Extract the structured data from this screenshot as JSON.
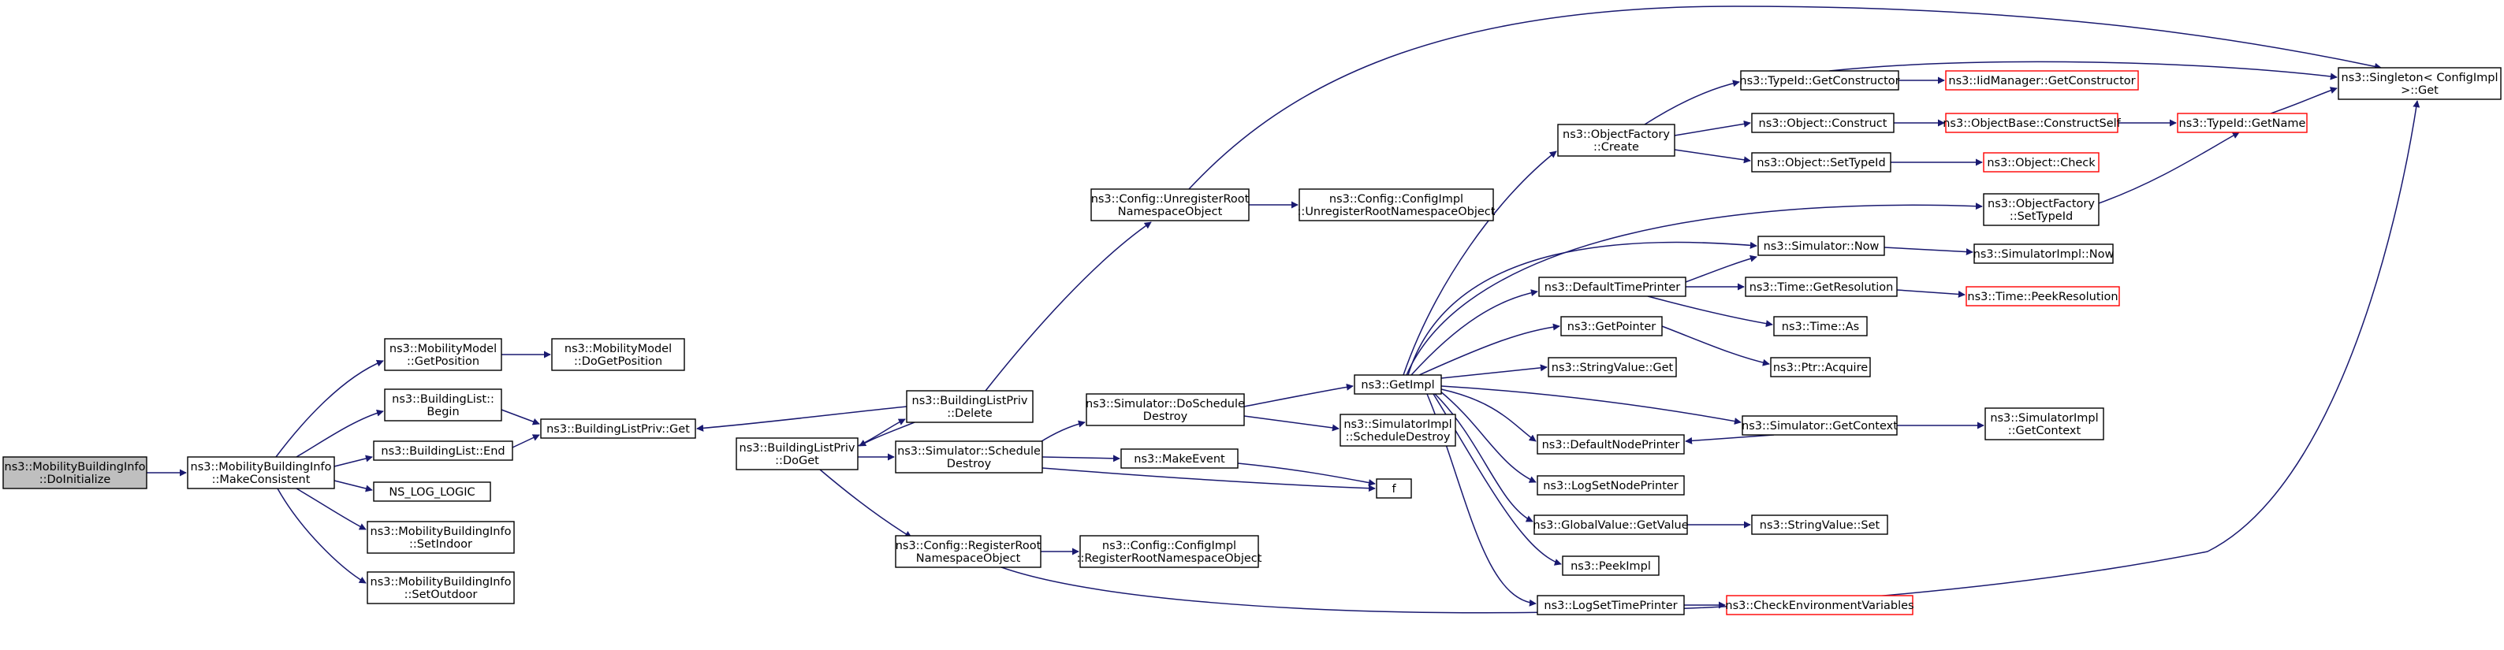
{
  "colors": {
    "edge": "#191970",
    "root_fill": "#bfbfbf",
    "truncated_border": "#ff0000",
    "node_border": "#000000"
  },
  "nodes": [
    {
      "id": "n0",
      "lines": [
        "ns3::MobilityBuildingInfo",
        "::DoInitialize"
      ],
      "root": true
    },
    {
      "id": "n1",
      "lines": [
        "ns3::MobilityBuildingInfo",
        "::MakeConsistent"
      ]
    },
    {
      "id": "n2",
      "lines": [
        "ns3::MobilityModel",
        "::GetPosition"
      ]
    },
    {
      "id": "n3",
      "lines": [
        "ns3::MobilityModel",
        "::DoGetPosition"
      ]
    },
    {
      "id": "n4",
      "lines": [
        "ns3::BuildingList::",
        "Begin"
      ]
    },
    {
      "id": "n5",
      "lines": [
        "ns3::BuildingListPriv::Get"
      ]
    },
    {
      "id": "n6",
      "lines": [
        "ns3::BuildingList::End"
      ]
    },
    {
      "id": "n7",
      "lines": [
        "NS_LOG_LOGIC"
      ]
    },
    {
      "id": "n8",
      "lines": [
        "ns3::MobilityBuildingInfo",
        "::SetIndoor"
      ]
    },
    {
      "id": "n9",
      "lines": [
        "ns3::MobilityBuildingInfo",
        "::SetOutdoor"
      ]
    },
    {
      "id": "n10",
      "lines": [
        "ns3::BuildingListPriv",
        "::DoGet"
      ]
    },
    {
      "id": "n11",
      "lines": [
        "ns3::BuildingListPriv",
        "::Delete"
      ]
    },
    {
      "id": "n12",
      "lines": [
        "ns3::Config::UnregisterRoot",
        "NamespaceObject"
      ]
    },
    {
      "id": "n13",
      "lines": [
        "ns3::Config::ConfigImpl",
        "::UnregisterRootNamespaceObject"
      ]
    },
    {
      "id": "n14",
      "lines": [
        "ns3::Simulator::DoSchedule",
        "Destroy"
      ]
    },
    {
      "id": "n15",
      "lines": [
        "ns3::Simulator::Schedule",
        "Destroy"
      ]
    },
    {
      "id": "n16",
      "lines": [
        "ns3::Config::RegisterRoot",
        "NamespaceObject"
      ]
    },
    {
      "id": "n17",
      "lines": [
        "ns3::Config::ConfigImpl",
        "::RegisterRootNamespaceObject"
      ]
    },
    {
      "id": "n18",
      "lines": [
        "ns3::MakeEvent"
      ]
    },
    {
      "id": "n19",
      "lines": [
        "f"
      ]
    },
    {
      "id": "n20",
      "lines": [
        "ns3::GetImpl"
      ]
    },
    {
      "id": "n21",
      "lines": [
        "ns3::SimulatorImpl",
        "::ScheduleDestroy"
      ]
    },
    {
      "id": "n22",
      "lines": [
        "ns3::ObjectFactory",
        "::Create"
      ]
    },
    {
      "id": "n23",
      "lines": [
        "ns3::TypeId::GetConstructor"
      ]
    },
    {
      "id": "n24",
      "lines": [
        "ns3::IidManager::GetConstructor"
      ],
      "truncated": true
    },
    {
      "id": "n25",
      "lines": [
        "ns3::Singleton< ConfigImpl",
        " >::Get"
      ]
    },
    {
      "id": "n26",
      "lines": [
        "ns3::Object::Construct"
      ]
    },
    {
      "id": "n27",
      "lines": [
        "ns3::ObjectBase::ConstructSelf"
      ],
      "truncated": true
    },
    {
      "id": "n28",
      "lines": [
        "ns3::TypeId::GetName"
      ],
      "truncated": true
    },
    {
      "id": "n29",
      "lines": [
        "ns3::Object::SetTypeId"
      ]
    },
    {
      "id": "n30",
      "lines": [
        "ns3::Object::Check"
      ],
      "truncated": true
    },
    {
      "id": "n31",
      "lines": [
        "ns3::ObjectFactory",
        "::SetTypeId"
      ]
    },
    {
      "id": "n32",
      "lines": [
        "ns3::Simulator::Now"
      ]
    },
    {
      "id": "n33",
      "lines": [
        "ns3::SimulatorImpl::Now"
      ]
    },
    {
      "id": "n34",
      "lines": [
        "ns3::DefaultTimePrinter"
      ]
    },
    {
      "id": "n35",
      "lines": [
        "ns3::Time::GetResolution"
      ]
    },
    {
      "id": "n36",
      "lines": [
        "ns3::Time::PeekResolution"
      ],
      "truncated": true
    },
    {
      "id": "n37",
      "lines": [
        "ns3::Time::As"
      ]
    },
    {
      "id": "n38",
      "lines": [
        "ns3::GetPointer"
      ]
    },
    {
      "id": "n39",
      "lines": [
        "ns3::Ptr::Acquire"
      ]
    },
    {
      "id": "n40",
      "lines": [
        "ns3::StringValue::Get"
      ]
    },
    {
      "id": "n41",
      "lines": [
        "ns3::Simulator::GetContext"
      ]
    },
    {
      "id": "n42",
      "lines": [
        "ns3::SimulatorImpl",
        "::GetContext"
      ]
    },
    {
      "id": "n43",
      "lines": [
        "ns3::DefaultNodePrinter"
      ]
    },
    {
      "id": "n44",
      "lines": [
        "ns3::LogSetNodePrinter"
      ]
    },
    {
      "id": "n45",
      "lines": [
        "ns3::GlobalValue::GetValue"
      ]
    },
    {
      "id": "n46",
      "lines": [
        "ns3::StringValue::Set"
      ]
    },
    {
      "id": "n47",
      "lines": [
        "ns3::PeekImpl"
      ]
    },
    {
      "id": "n48",
      "lines": [
        "ns3::LogSetTimePrinter"
      ]
    },
    {
      "id": "n49",
      "lines": [
        "ns3::CheckEnvironmentVariables"
      ],
      "truncated": true
    }
  ]
}
